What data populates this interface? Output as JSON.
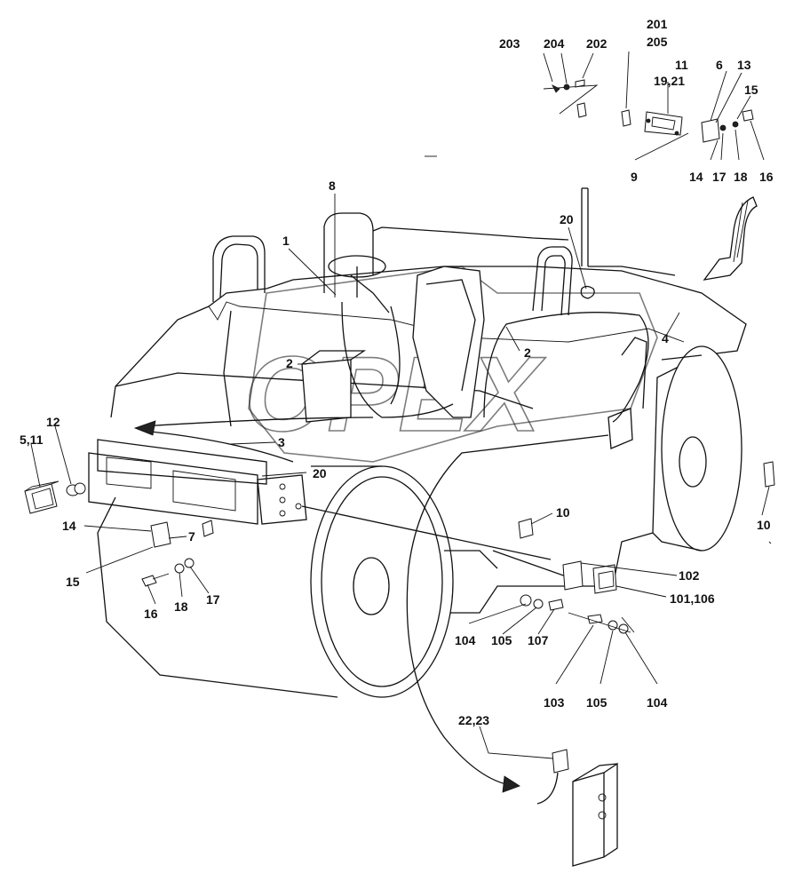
{
  "diagram": {
    "watermark": "OPEX",
    "labels": {
      "l203": "203",
      "l204": "204",
      "l202": "202",
      "l201": "201",
      "l205": "205",
      "l11": "11",
      "l1921": "19,21",
      "l6": "6",
      "l13": "13",
      "l15a": "15",
      "l9": "9",
      "l14a": "14",
      "l17a": "17",
      "l18a": "18",
      "l16a": "16",
      "l8": "8",
      "l20a": "20",
      "l1": "1",
      "l2a": "2",
      "l2b": "2",
      "l4": "4",
      "l12": "12",
      "l511": "5,11",
      "l3": "3",
      "l20b": "20",
      "l14b": "14",
      "l7": "7",
      "l15b": "15",
      "l16b": "16",
      "l18b": "18",
      "l17b": "17",
      "l10a": "10",
      "l10b": "10",
      "l102": "102",
      "l101106": "101,106",
      "l104a": "104",
      "l105a": "105",
      "l107": "107",
      "l103": "103",
      "l105b": "105",
      "l104b": "104",
      "l2223": "22,23"
    }
  }
}
